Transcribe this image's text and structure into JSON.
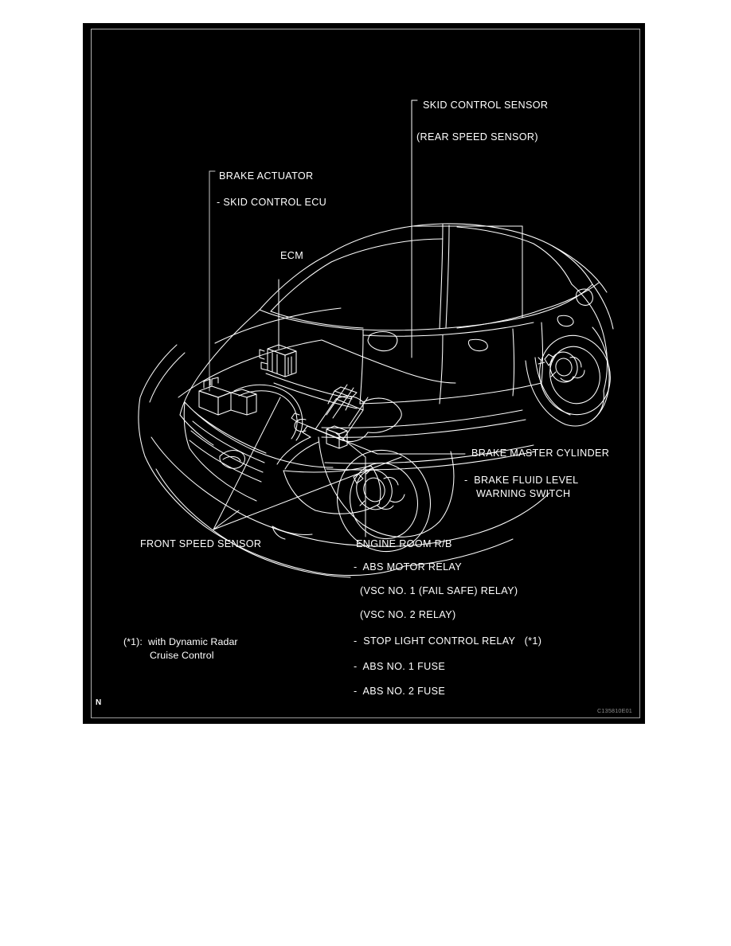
{
  "panel": {
    "corner_marker": "N",
    "image_code": "C135810E01",
    "background_color": "#000000",
    "line_color": "#ffffff",
    "frame_color": "#9a9a9a"
  },
  "labels": {
    "skid_control_sensor": "SKID CONTROL SENSOR",
    "rear_speed_sensor": "(REAR SPEED SENSOR)",
    "brake_actuator": "BRAKE ACTUATOR",
    "skid_control_ecu": "- SKID CONTROL ECU",
    "ecm": "ECM",
    "brake_master_cylinder": "BRAKE MASTER CYLINDER",
    "brake_fluid_level": "-  BRAKE FLUID LEVEL",
    "warning_switch": "WARNING SWITCH",
    "front_speed_sensor": "FRONT SPEED SENSOR",
    "engine_room_rb": "ENGINE ROOM R/B",
    "abs_motor_relay": "-  ABS MOTOR RELAY",
    "vsc_no1_relay": "(VSC NO. 1 (FAIL SAFE) RELAY)",
    "vsc_no2_relay": "(VSC NO. 2 RELAY)",
    "stop_light_control_relay": "-  STOP LIGHT CONTROL RELAY   (*1)",
    "abs_no1_fuse": "-  ABS NO. 1 FUSE",
    "abs_no2_fuse": "-  ABS NO. 2 FUSE"
  },
  "footnote": {
    "line1": "(*1):  with Dynamic Radar",
    "line2": "Cruise Control"
  }
}
